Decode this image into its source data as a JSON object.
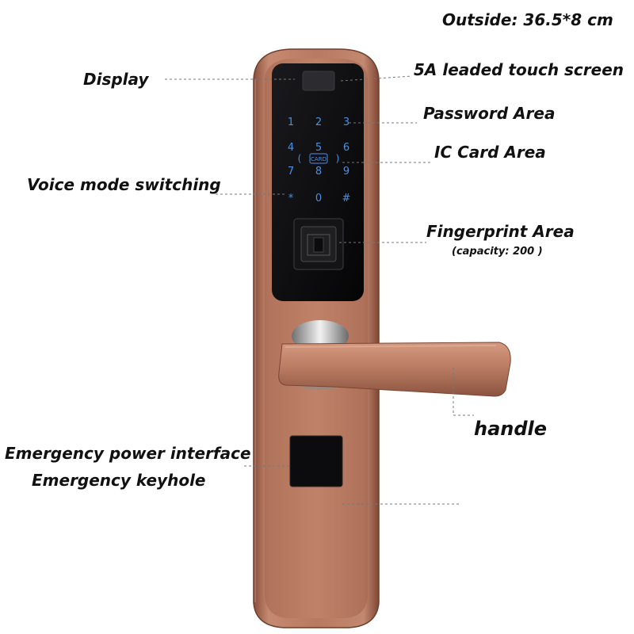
{
  "title": "Outside: 36.5*8 cm",
  "labels": {
    "display": "Display",
    "touch_screen": "5A leaded touch screen",
    "password_area": "Password Area",
    "ic_card_area": "IC Card Area",
    "voice_mode": "Voice mode switching",
    "fingerprint_area": "Fingerprint Area",
    "fingerprint_capacity": "(capacity: 200 )",
    "handle": "handle",
    "emergency_power": "Emergency power interface",
    "emergency_keyhole": "Emergency keyhole"
  },
  "keypad": {
    "keys": [
      "1",
      "2",
      "3",
      "4",
      "5",
      "6",
      "7",
      "8",
      "9",
      "*",
      "0",
      "#"
    ],
    "card_label": "CARD"
  },
  "colors": {
    "bronze_light": "#c88d74",
    "bronze_mid": "#b47359",
    "bronze_dark": "#8e543f",
    "panel": "#0b0b0d",
    "key_blue": "#4b8fe0"
  }
}
